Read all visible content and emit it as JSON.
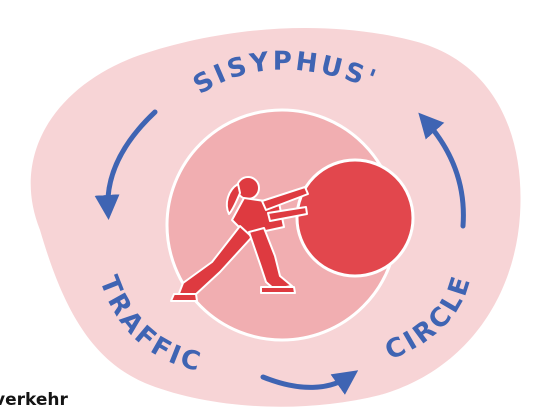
{
  "labels": {
    "top": "SISYPHUS'",
    "left": "TRAFFIC",
    "right": "CIRCLE",
    "caption": "verkehr"
  },
  "colors": {
    "blob_outer": "#f7d4d6",
    "circle_inner": "#f1aeb1",
    "boulder": "#e2474d",
    "figure": "#de3a40",
    "arrows": "#3f64b3",
    "text": "#3f64b3",
    "caption": "#141414"
  },
  "icons": {
    "figure": "person-pushing-boulder-icon",
    "boulder": "boulder-icon",
    "arrows": "cycle-arrow-icon"
  }
}
